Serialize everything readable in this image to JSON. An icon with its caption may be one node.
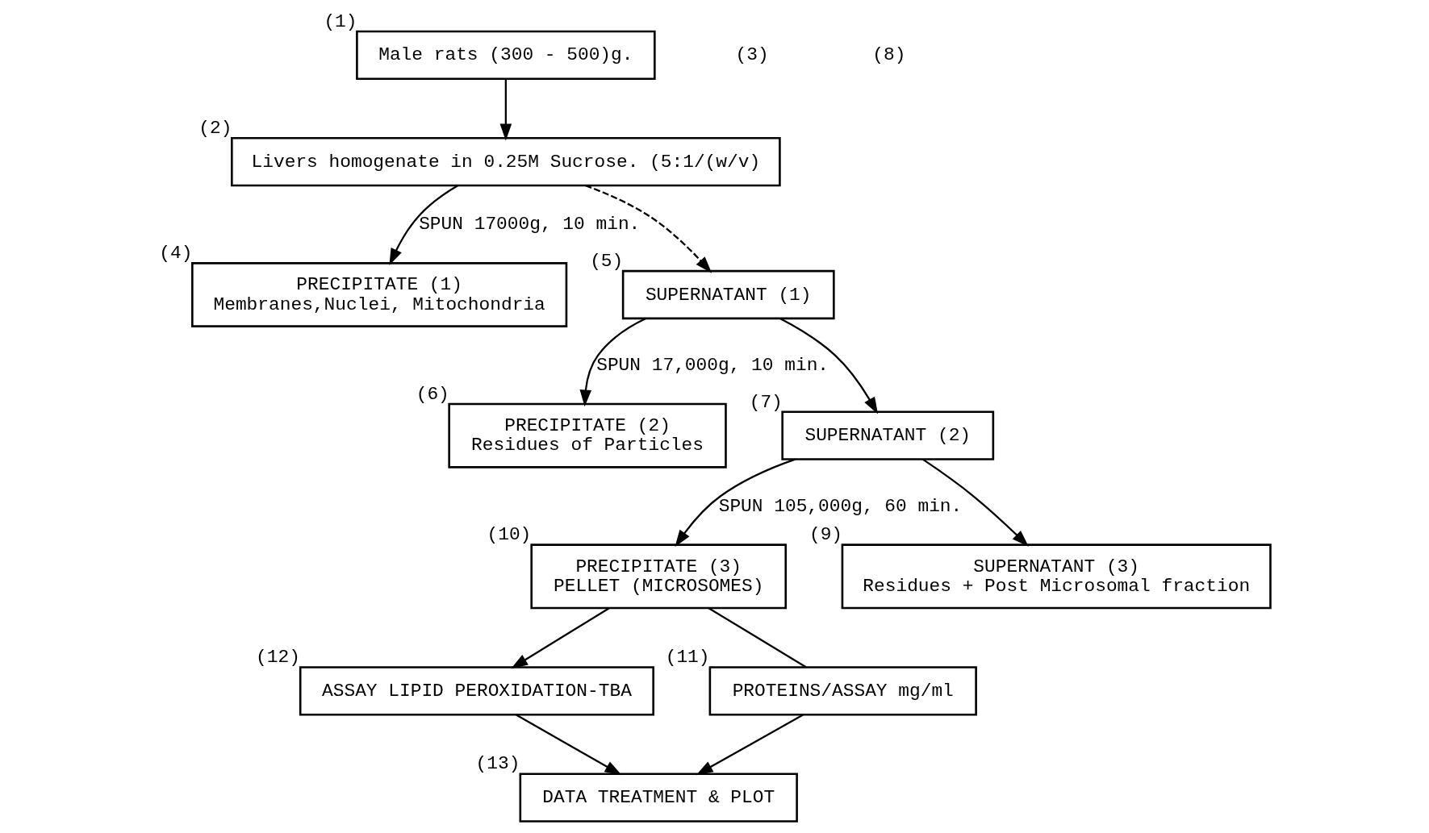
{
  "diagram": {
    "nodes": [
      {
        "text": [
          "Male rats (300 - 500)g."
        ],
        "beside": [
          "(1)"
        ]
      },
      {
        "text": [
          "Livers homogenate in 0.25M Sucrose. (5:1/(w/v)"
        ],
        "beside": [
          "(2)"
        ]
      },
      {
        "text": [
          "PRECIPITATE (1)",
          "Membranes,Nuclei, Mitochondria"
        ],
        "beside": [
          "(4)"
        ]
      },
      {
        "text": [
          "SUPERNATANT (1)"
        ],
        "beside": [
          "(5)"
        ]
      },
      {
        "text": [
          "PRECIPITATE (2)",
          "Residues of Particles"
        ],
        "beside": [
          "(6)"
        ]
      },
      {
        "text": [
          "SUPERNATANT (2)"
        ],
        "beside": [
          "(7)"
        ]
      },
      {
        "text": [
          "PRECIPITATE (3)",
          "PELLET (MICROSOMES)"
        ],
        "beside": [
          "(10)"
        ]
      },
      {
        "text": [
          "SUPERNATANT (3)",
          "Residues + Post Microsomal fraction"
        ],
        "beside": [
          "(9)"
        ]
      },
      {
        "text": [
          "ASSAY LIPID PEROXIDATION-TBA"
        ],
        "beside": [
          "(12)"
        ]
      },
      {
        "text": [
          "DATA TREATMENT & PLOT"
        ],
        "beside": [
          "(13)"
        ]
      },
      {
        "text": [
          "PROTEINS/ASSAY mg/ml"
        ],
        "beside": [
          "(11)"
        ]
      }
    ],
    "edges": [
      {
        "from": 0,
        "to": 1,
        "arrow": "to"
      },
      {
        "from": 1,
        "to": 2,
        "arrow": "to",
        "label": "SPUN 17000g, 10 min."
      },
      {
        "from": 1,
        "to": 3,
        "arrow": "to",
        "style": "dashed"
      },
      {
        "from": 3,
        "to": 4,
        "arrow": "to",
        "label": "SPUN 17,000g, 10 min."
      },
      {
        "from": 3,
        "to": 5,
        "arrow": "to"
      },
      {
        "from": 5,
        "to": 6,
        "arrow": "to",
        "label": "SPUN 105,000g, 60 min."
      },
      {
        "from": 5,
        "to": 7,
        "arrow": "to"
      },
      {
        "from": 6,
        "to": 8,
        "arrow": "to"
      },
      {
        "from": 8,
        "to": 9,
        "arrow": "to"
      },
      {
        "from": 6,
        "to": 10,
        "arrow": "none"
      },
      {
        "from": 10,
        "to": 9,
        "arrow": "to"
      }
    ],
    "labels": [
      "(3)",
      "(8)"
    ]
  }
}
